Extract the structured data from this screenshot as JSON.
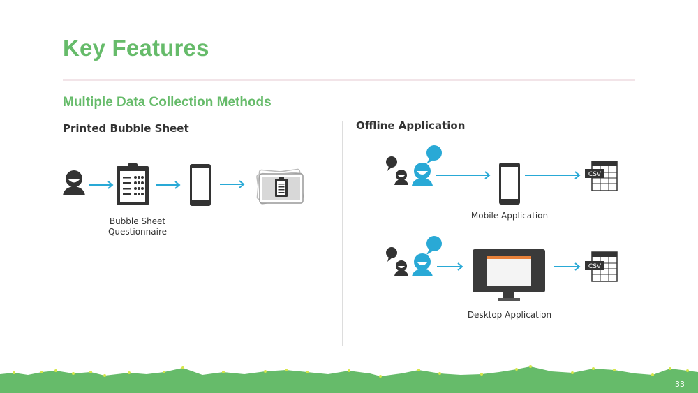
{
  "slide": {
    "title": "Key Features",
    "subtitle": "Multiple Data Collection Methods",
    "page_number": "33"
  },
  "left": {
    "heading": "Printed Bubble Sheet",
    "caption_line1": "Bubble Sheet",
    "caption_line2": "Questionnaire"
  },
  "right": {
    "heading": "Offline Application",
    "mobile_caption": "Mobile Application",
    "desktop_caption": "Desktop Application",
    "csv_label": "CSV"
  },
  "colors": {
    "green": "#66bb6a",
    "blue": "#29a9d6",
    "dark": "#333333"
  },
  "icons": [
    "person-icon",
    "clipboard-icon",
    "phone-icon",
    "bubble-sheets-icon",
    "interview-icon",
    "csv-table-icon",
    "monitor-icon",
    "arrow-icon"
  ]
}
